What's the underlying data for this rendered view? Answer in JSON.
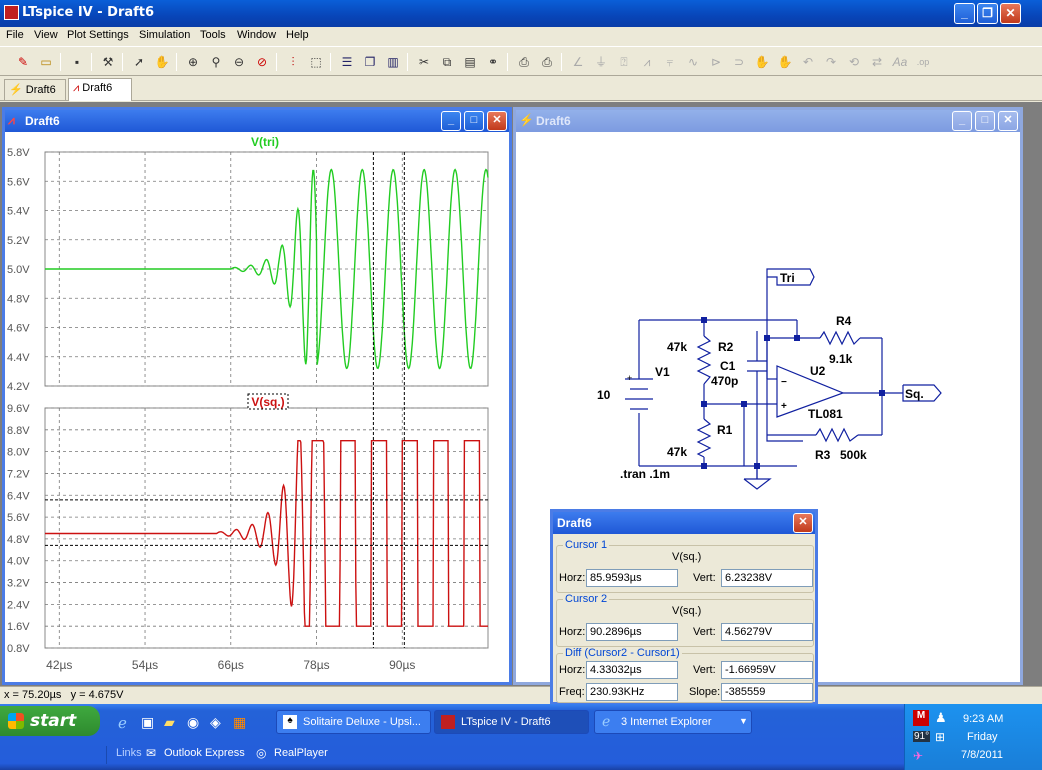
{
  "app": {
    "title": "LTspice IV - Draft6"
  },
  "menu": [
    "File",
    "View",
    "Plot Settings",
    "Simulation",
    "Tools",
    "Window",
    "Help"
  ],
  "tabs": [
    {
      "label": "Draft6"
    },
    {
      "label": "Draft6"
    }
  ],
  "plot_window": {
    "title": "Draft6"
  },
  "schematic_window": {
    "title": "Draft6"
  },
  "chart_data": [
    {
      "type": "line",
      "title": "V(tri)",
      "series": [
        {
          "name": "V(tri)",
          "color": "#22cc22"
        }
      ],
      "xlim": [
        40,
        102
      ],
      "ylim": [
        4.2,
        5.8
      ],
      "yticks": [
        "5.8V",
        "5.6V",
        "5.4V",
        "5.2V",
        "5.0V",
        "4.8V",
        "4.6V",
        "4.4V",
        "4.2V"
      ],
      "x": [
        40,
        64,
        66,
        68,
        70,
        72,
        74,
        76,
        78,
        80,
        82,
        84,
        86,
        88,
        90,
        92,
        94,
        96,
        98,
        100,
        102
      ],
      "y": [
        5.0,
        5.0,
        5.0,
        5.01,
        5.02,
        5.05,
        5.1,
        4.95,
        4.88,
        4.85,
        5.5,
        4.5,
        5.68,
        4.4,
        5.68,
        4.4,
        5.68,
        4.4,
        5.68,
        4.4,
        4.7
      ]
    },
    {
      "type": "line",
      "title": "V(sq.)",
      "series": [
        {
          "name": "V(sq.)",
          "color": "#cc1111"
        }
      ],
      "xlim": [
        40,
        102
      ],
      "ylim": [
        0.8,
        9.6
      ],
      "yticks": [
        "9.6V",
        "8.8V",
        "8.0V",
        "7.2V",
        "6.4V",
        "5.6V",
        "4.8V",
        "4.0V",
        "3.2V",
        "2.4V",
        "1.6V",
        "0.8V"
      ],
      "xticks": [
        "42µs",
        "54µs",
        "66µs",
        "78µs",
        "90µs"
      ],
      "xtick_values": [
        42,
        54,
        66,
        78,
        90
      ],
      "cursor_levels": [
        6.23238,
        4.56279
      ],
      "cursor_x": [
        85.9593,
        90.2896
      ]
    }
  ],
  "schematic": {
    "labels": {
      "tri": "Tri",
      "sq": "Sq.",
      "r4": "R4",
      "r4v": "9.1k",
      "r2": "R2",
      "r2v": "47k",
      "c1": "C1",
      "c1v": "470p",
      "u2": "U2",
      "u2m": "TL081",
      "v1": "V1",
      "v1v": "10",
      "r1": "R1",
      "r1v": "47k",
      "r3": "R3",
      "r3v": "500k",
      "tran": ".tran .1m"
    }
  },
  "cursor_dialog": {
    "title": "Draft6",
    "cursor1": {
      "legend": "Cursor 1",
      "trace": "V(sq.)",
      "horz_label": "Horz:",
      "horz": "85.9593µs",
      "vert_label": "Vert:",
      "vert": "6.23238V"
    },
    "cursor2": {
      "legend": "Cursor 2",
      "trace": "V(sq.)",
      "horz_label": "Horz:",
      "horz": "90.2896µs",
      "vert_label": "Vert:",
      "vert": "4.56279V"
    },
    "diff": {
      "legend": "Diff (Cursor2 - Cursor1)",
      "horz_label": "Horz:",
      "horz": "4.33032µs",
      "vert_label": "Vert:",
      "vert": "-1.66959V",
      "freq_label": "Freq:",
      "freq": "230.93KHz",
      "slope_label": "Slope:",
      "slope": "-385559"
    }
  },
  "status": {
    "text": "x = 75.20µs   y = 4.675V"
  },
  "taskbar": {
    "start": "start",
    "tasks": [
      {
        "label": "Solitaire Deluxe - Upsi..."
      },
      {
        "label": "LTspice IV - Draft6"
      },
      {
        "label": "3 Internet Explorer"
      }
    ],
    "links": {
      "label": "Links",
      "outlook": "Outlook Express",
      "realplayer": "RealPlayer"
    },
    "clock": {
      "time": "9:23 AM",
      "day": "Friday",
      "date": "7/8/2011",
      "temp": "91°"
    }
  }
}
